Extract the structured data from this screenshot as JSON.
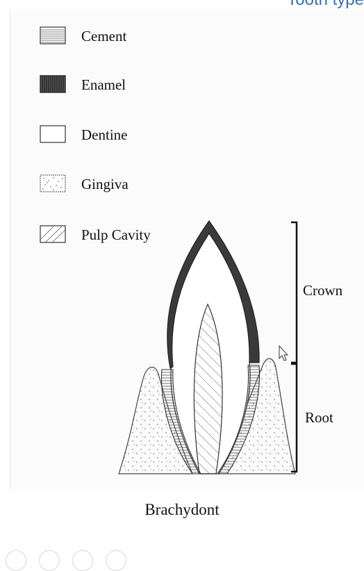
{
  "header": {
    "title_fragment": "Tooth type"
  },
  "legend": {
    "items": [
      {
        "key": "cement",
        "label": "Cement",
        "icon": "horizontal-lines-swatch-icon"
      },
      {
        "key": "enamel",
        "label": "Enamel",
        "icon": "dark-hatched-swatch-icon"
      },
      {
        "key": "dentine",
        "label": "Dentine",
        "icon": "empty-swatch-icon"
      },
      {
        "key": "gingiva",
        "label": "Gingiva",
        "icon": "dotted-swatch-icon"
      },
      {
        "key": "pulp",
        "label": "Pulp Cavity",
        "icon": "diagonal-lines-swatch-icon"
      }
    ]
  },
  "diagram": {
    "crown_label": "Crown",
    "root_label": "Root",
    "caption": "Brachydont"
  },
  "colors": {
    "title": "#3a6fb5",
    "ink": "#222222",
    "enamel": "#333333"
  },
  "controls": {
    "icons": [
      "circle-control-icon",
      "circle-control-icon",
      "circle-control-icon",
      "circle-control-icon"
    ]
  }
}
